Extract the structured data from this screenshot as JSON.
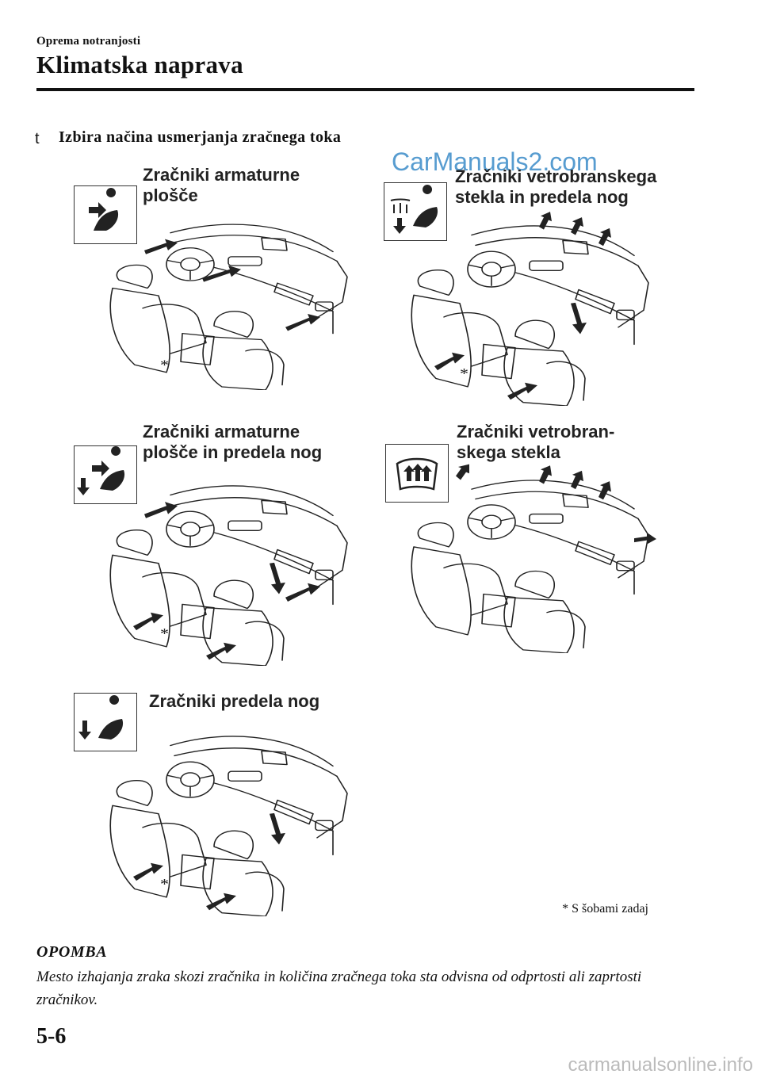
{
  "header": {
    "section": "Oprema notranjosti",
    "title": "Klimatska naprava"
  },
  "section": {
    "bullet": "t",
    "title": "Izbira načina usmerjanja zračnega toka"
  },
  "watermark_top": "CarManuals2.com",
  "modes": [
    {
      "id": "panel",
      "line1": "Zračniki armaturne",
      "line2": "plošče",
      "icon": "panel-vent-icon"
    },
    {
      "id": "defrost-floor",
      "line1": "Zračniki vetrobranskega",
      "line2": "stekla in predela nog",
      "icon": "defrost-floor-icon"
    },
    {
      "id": "bi-level",
      "line1": "Zračniki armaturne",
      "line2": "plošče in predela nog",
      "icon": "bi-level-icon"
    },
    {
      "id": "defrost",
      "line1": "Zračniki vetrobran-",
      "line2": "skega stekla",
      "icon": "defrost-icon"
    },
    {
      "id": "floor",
      "line1": "Zračniki predela nog",
      "line2": "",
      "icon": "floor-vent-icon"
    }
  ],
  "asterisk": "*",
  "footnote": "* S šobami zadaj",
  "note": {
    "label": "OPOMBA",
    "text": "Mesto izhajanja zraka skozi zračnika in količina zračnega toka sta odvisna od odprtosti ali zaprtosti zračnikov."
  },
  "page_number": "5-6",
  "watermark_bottom": "carmanualsonline.info"
}
